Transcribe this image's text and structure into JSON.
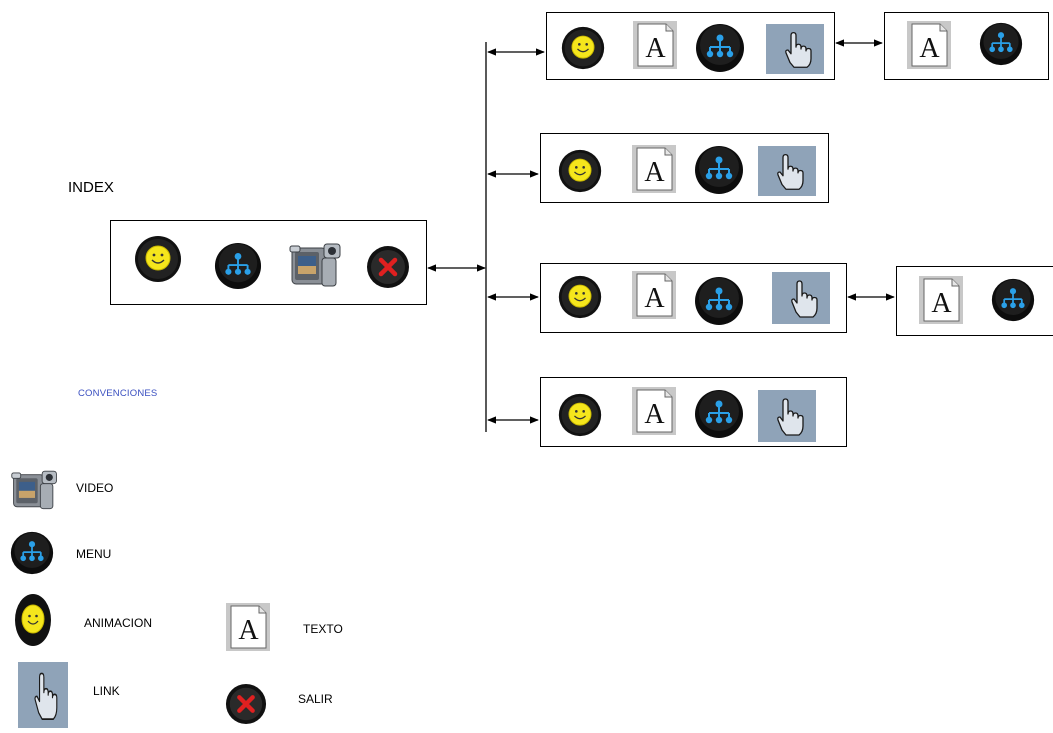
{
  "index": {
    "title": "INDEX"
  },
  "conventions": {
    "title": "CONVENCIONES",
    "items": [
      {
        "icon": "video-icon",
        "label": "VIDEO"
      },
      {
        "icon": "menu-icon",
        "label": "MENU"
      },
      {
        "icon": "animation-icon",
        "label": "ANIMACION"
      },
      {
        "icon": "text-icon",
        "label": "TEXTO"
      },
      {
        "icon": "link-icon",
        "label": "LINK"
      },
      {
        "icon": "exit-icon",
        "label": "SALIR"
      }
    ]
  },
  "colors": {
    "conventions_title": "#3a4fc0",
    "smiley_yellow": "#f5e61c",
    "menu_blue": "#2aa0e8",
    "exit_red": "#e02020",
    "link_bg": "#8fa3b8"
  }
}
